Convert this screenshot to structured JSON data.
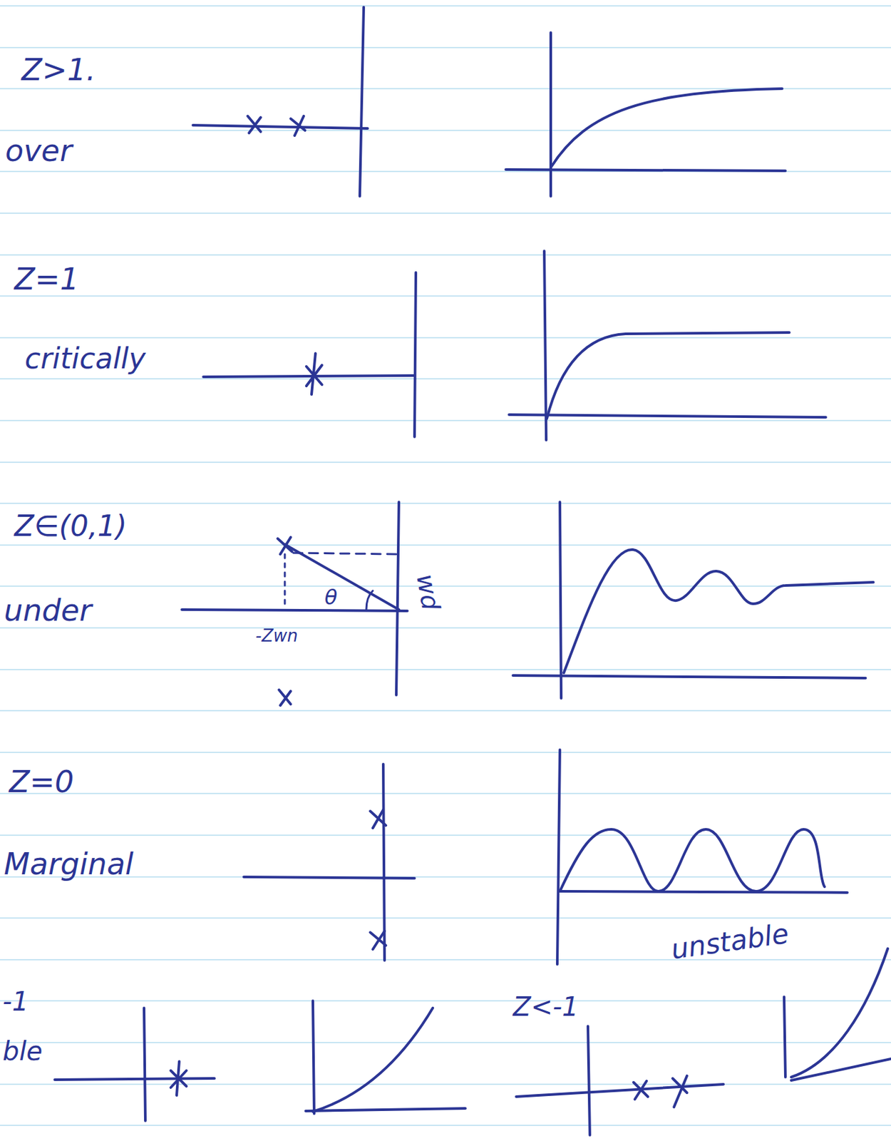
{
  "diagram": {
    "labels": [
      "Z>1.",
      "over",
      "Z=1",
      "critically",
      "Z∈(0,1)",
      "under",
      "wd",
      "θ",
      "-Zwn",
      "Z=0",
      "Marginal",
      "-1",
      "ble",
      "Z<-1",
      "unstable"
    ]
  }
}
